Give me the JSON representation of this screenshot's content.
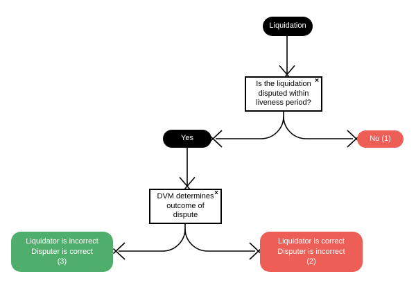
{
  "flowchart": {
    "nodes": {
      "start": {
        "label": "Liquidation"
      },
      "liveness_question": {
        "lines": [
          "Is the liquidation",
          "disputed within",
          "liveness period?"
        ],
        "close_glyph": "×"
      },
      "yes": {
        "label": "Yes"
      },
      "no": {
        "label": "No (1)"
      },
      "dvm_question": {
        "lines": [
          "DVM determines",
          "outcome of",
          "dispute"
        ],
        "close_glyph": "×"
      },
      "outcome_disputer_correct": {
        "lines": [
          "Liquidator is incorrect",
          "Disputer is correct",
          "(3)"
        ]
      },
      "outcome_disputer_incorrect": {
        "lines": [
          "Liquidator is correct",
          "Disputer is incorrect",
          "(2)"
        ]
      }
    },
    "colors": {
      "black_node": "#000000",
      "red_node": "#ec5e56",
      "green_node": "#4fae6c",
      "connector": "#000000",
      "canvas_bg": "#ffffff",
      "light_text": "#ffffff",
      "dark_text": "#000000"
    }
  }
}
